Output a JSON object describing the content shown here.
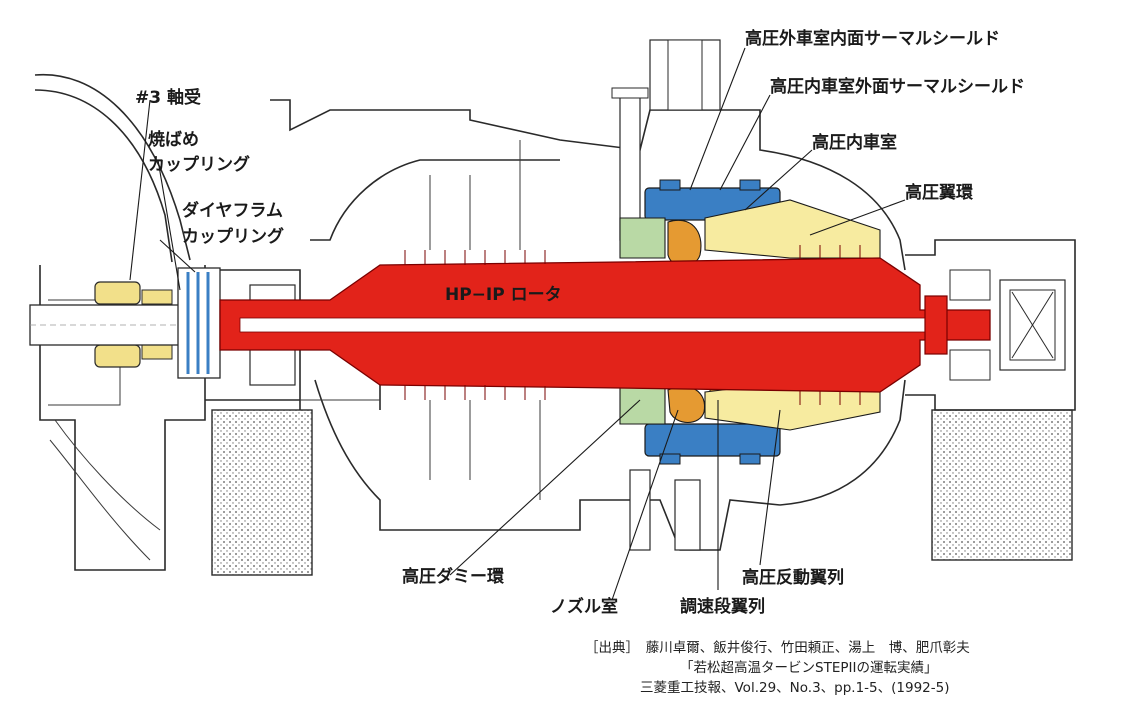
{
  "labels": {
    "bearing3": "#3 軸受",
    "shrink_coupling_1": "焼ばめ",
    "shrink_coupling_2": "カップリング",
    "diaphragm_coupling_1": "ダイヤフラム",
    "diaphragm_coupling_2": "カップリング",
    "hp_outer_casing_shield": "高圧外車室内面サーマルシールド",
    "hp_inner_casing_shield": "高圧内車室外面サーマルシールド",
    "hp_inner_casing": "高圧内車室",
    "hp_blade_ring": "高圧翼環",
    "rotor": "HP−IP ロータ",
    "hp_dummy_ring": "高圧ダミー環",
    "nozzle_chamber": "ノズル室",
    "governing_stage": "調速段翼列",
    "hp_reaction_blading": "高圧反動翼列"
  },
  "citation": {
    "line1": "［出典］　藤川卓爾、飯井俊行、竹田頼正、湯上　博、肥爪彰夫",
    "line2": "「若松超高温タービンSTEPIIの運転実績」",
    "line3": "三菱重工技報、Vol.29、No.3、pp.1-5、(1992-5)"
  },
  "colors": {
    "rotor": "#e2231a",
    "thermal_shield": "#3a7fc4",
    "blade_ring": "#f7eba0",
    "nozzle_chamber": "#e59a32",
    "dummy_ring": "#b9d9a5",
    "bearing": "#f2e08a",
    "outline": "#2a2a2a"
  }
}
